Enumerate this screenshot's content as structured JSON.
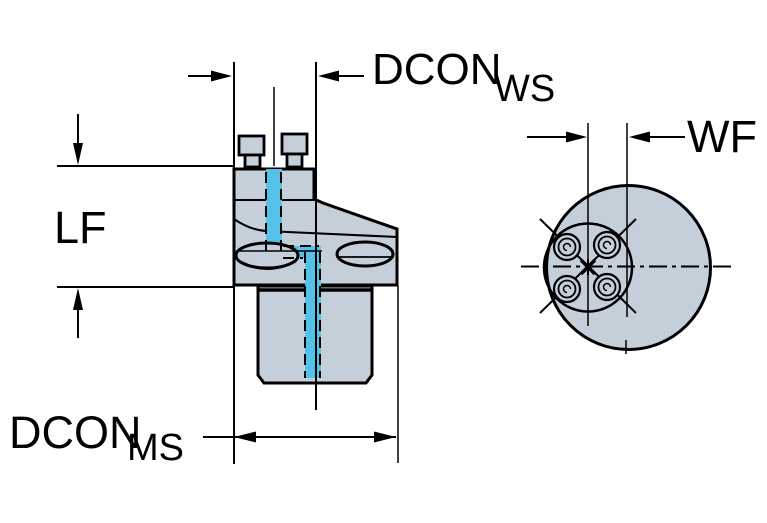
{
  "diagram": {
    "labels": {
      "dcon_ws": {
        "main": "DCON",
        "sub": "WS"
      },
      "lf": "LF",
      "dcon_ms": {
        "main": "DCON",
        "sub": "MS"
      },
      "wf": "WF"
    },
    "colors": {
      "background": "#ffffff",
      "body_fill": "#c4cfd9",
      "coolant_blue": "#55c1e8",
      "line_black": "#000000"
    }
  }
}
